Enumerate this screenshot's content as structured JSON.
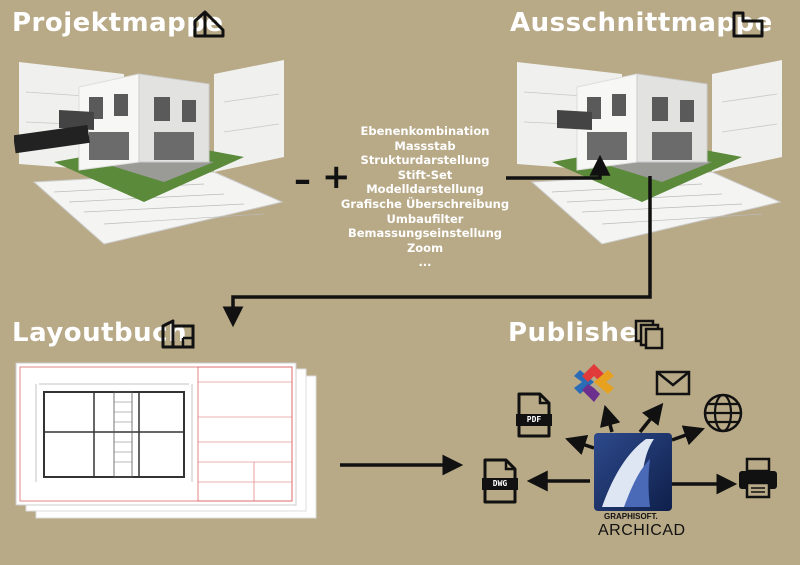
{
  "headings": {
    "project": "Projektmappe",
    "view": "Ausschnittmappe",
    "layout": "Layoutbuch",
    "publisher": "Publisher"
  },
  "symbols": {
    "minus": "–",
    "plus": "+"
  },
  "settings": [
    "Ebenenkombination",
    "Massstab",
    "Strukturdarstellung",
    "Stift-Set",
    "Modelldarstellung",
    "Grafische Überschreibung",
    "Umbaufilter",
    "Bemassungseinstellung",
    "Zoom",
    "..."
  ],
  "formats": {
    "pdf": "PDF",
    "dwg": "DWG"
  },
  "brand": {
    "vendor": "GRAPHISOFT.",
    "product": "ARCHICAD"
  },
  "icons": {
    "project": "house-outline-icon",
    "view": "house-section-icon",
    "layout": "layout-sheet-icon",
    "publisher": "stacked-pages-icon",
    "pdf": "pdf-file-icon",
    "dwg": "dwg-file-icon",
    "ifc": "ifc-logo-icon",
    "email": "envelope-icon",
    "web": "globe-icon",
    "print": "printer-icon"
  },
  "colors": {
    "background": "#b8a987",
    "text": "#ffffff",
    "arrows": "#111111"
  }
}
